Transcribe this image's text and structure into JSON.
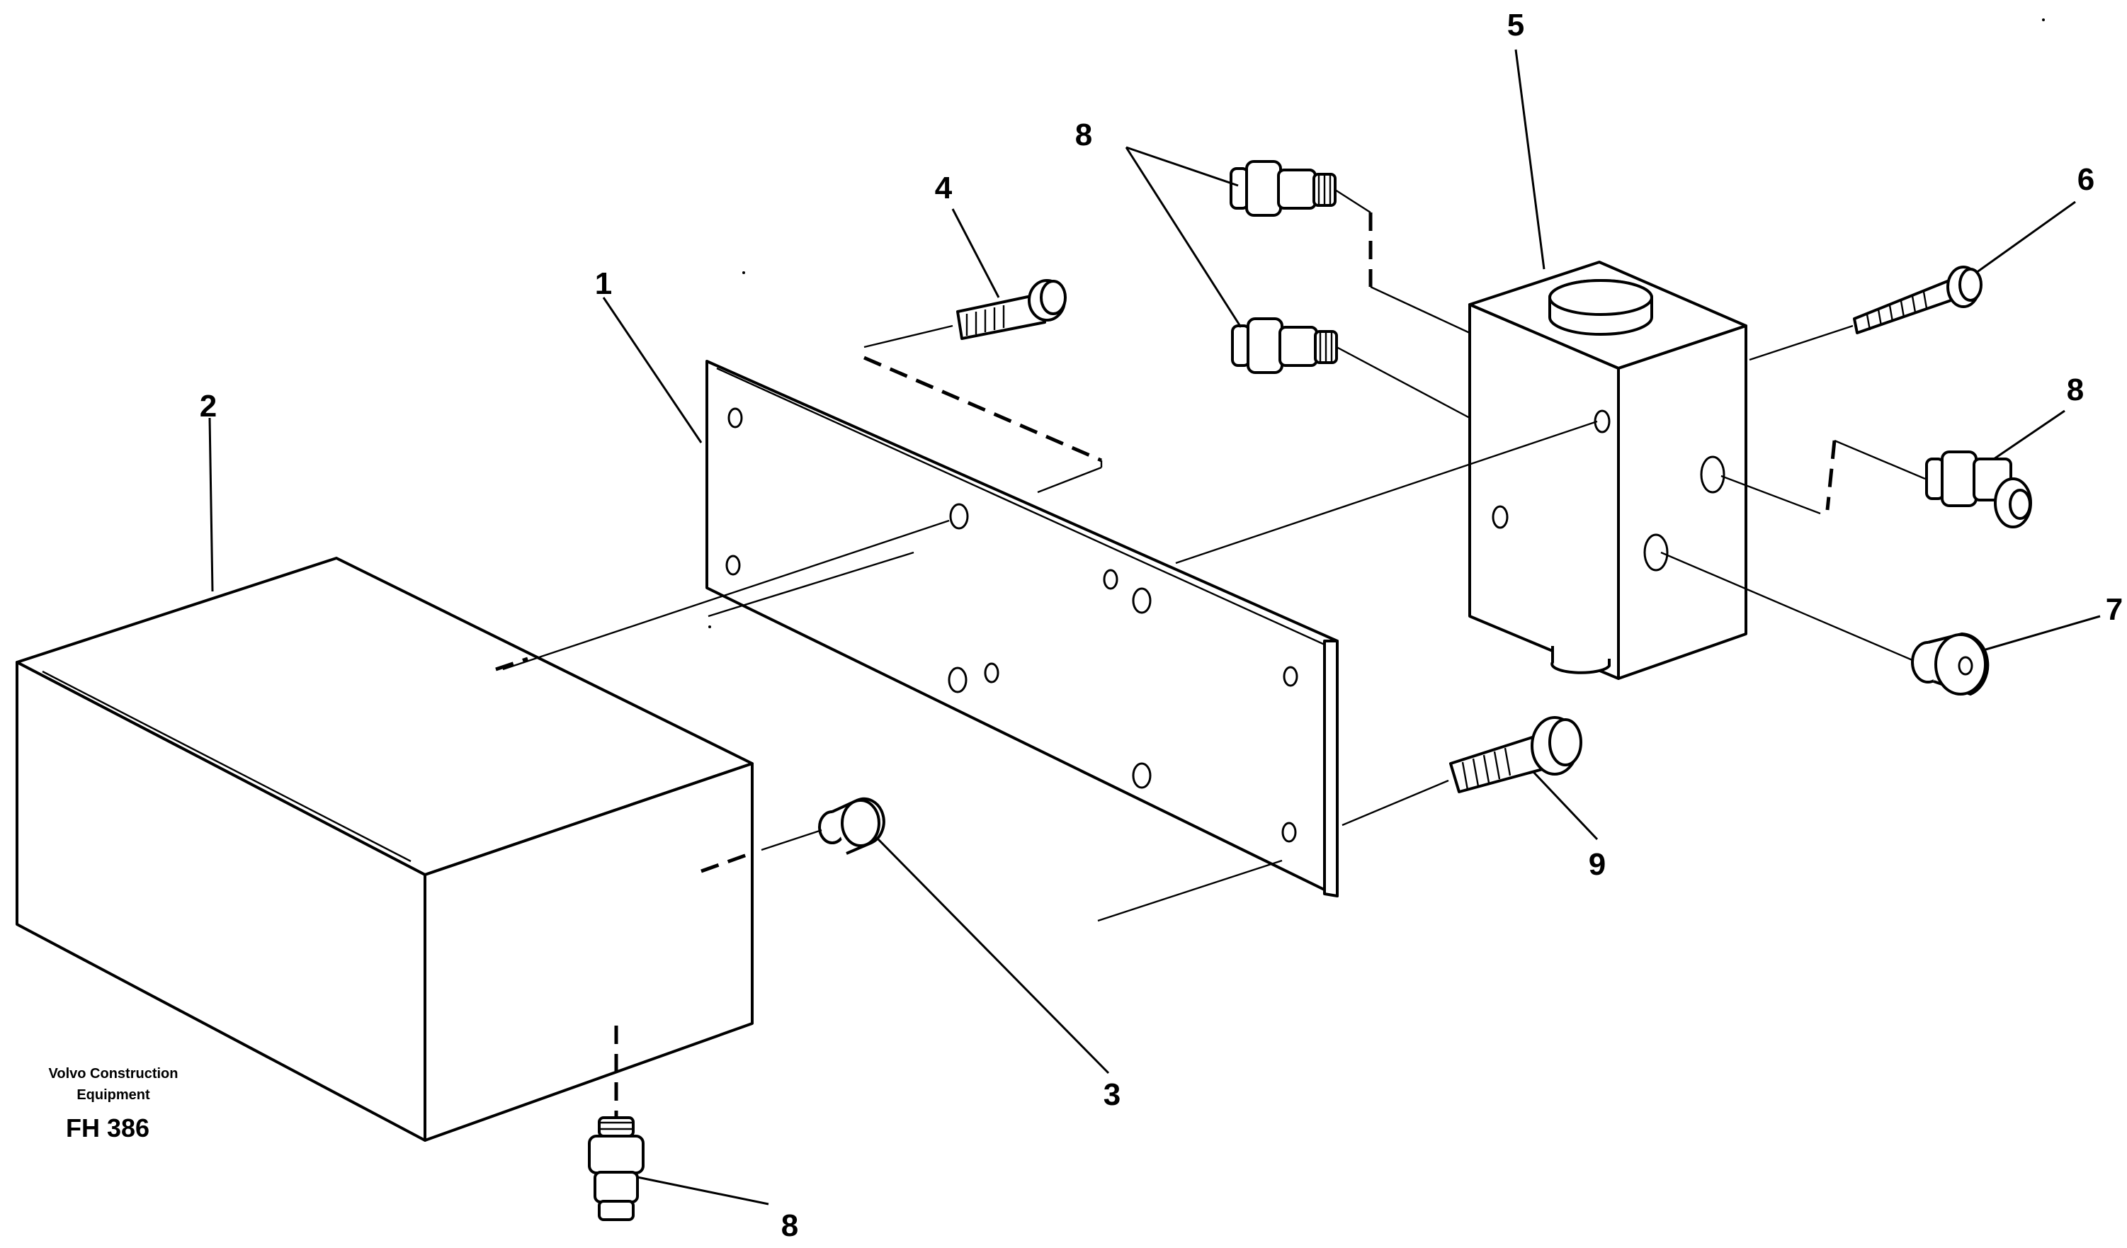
{
  "callouts": {
    "c1": "1",
    "c2": "2",
    "c3": "3",
    "c4": "4",
    "c5": "5",
    "c6": "6",
    "c7": "7",
    "c8_top": "8",
    "c8_right": "8",
    "c8_bottom": "8",
    "c9": "9"
  },
  "footer": {
    "line1": "Volvo Construction",
    "line2": "Equipment",
    "drawing_ref": "FH 386"
  }
}
